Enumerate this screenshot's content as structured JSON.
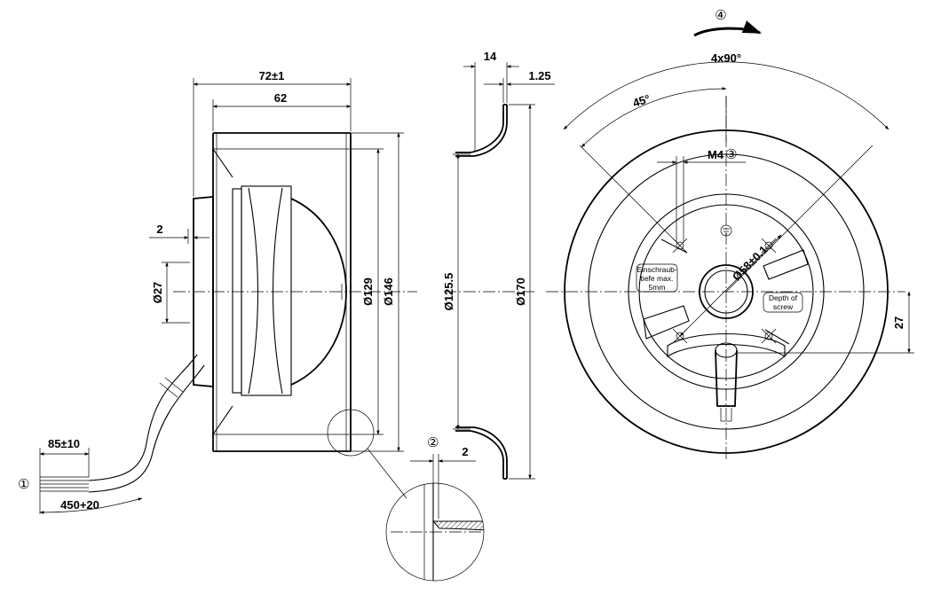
{
  "side_view": {
    "dim_length_total": "72±1",
    "dim_length_body": "62",
    "dim_cable_offset": "2",
    "dim_hub_dia": "Ø27",
    "dim_inner_dia": "Ø129",
    "dim_outer_dia": "Ø146"
  },
  "cable": {
    "ref_number": "①",
    "dim_strip_length": "85±10",
    "dim_cable_length": "450+20"
  },
  "section_view": {
    "dim_depth": "14",
    "dim_sheet_thickness": "1.25",
    "dim_inlet_dia": "Ø125.5",
    "dim_flange_dia": "Ø170",
    "detail_ref": "②",
    "dim_detail_gap": "2"
  },
  "front_view": {
    "rotation_ref": "④",
    "dim_angle_spacing": "4x90°",
    "dim_angle_offset": "45°",
    "thread_label": "M4",
    "thread_ref": "③",
    "dim_bolt_circle": "Ø58±0.1",
    "note_screw_depth_de": [
      "Einschraub-",
      "tiefe max.",
      "5mm"
    ],
    "note_screw_depth_en": [
      "Depth of",
      "screw"
    ],
    "dim_vertical_offset": "27"
  }
}
